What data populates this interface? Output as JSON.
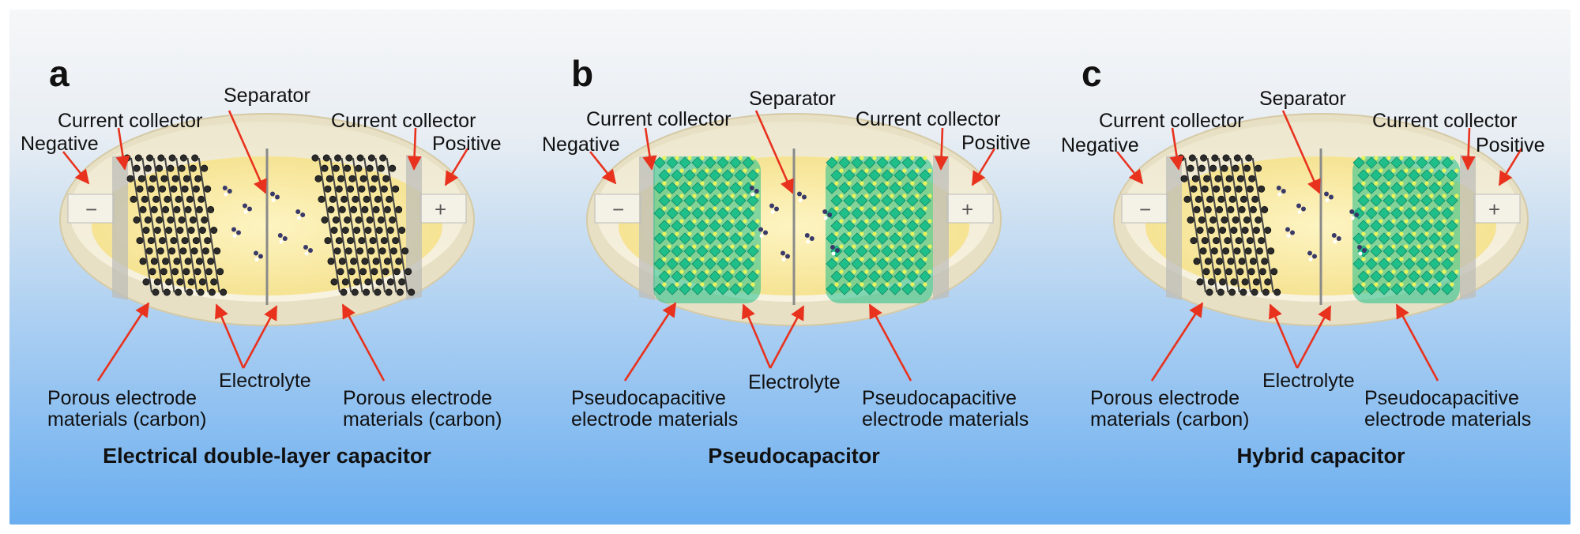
{
  "colors": {
    "bg_top": "#f6f7f8",
    "bg_bottom": "#6aaef0",
    "arrow": "#e8321e",
    "shell": "#f4efdc",
    "electrolyte": "#fbeea6",
    "carbon": "#2b2b2b",
    "pseudo": "#1fbf8a",
    "pseudo_dot": "#e8f55a"
  },
  "panels": [
    {
      "letter": "a",
      "title": "Electrical double-layer capacitor",
      "left_material": "carbon",
      "right_material": "carbon",
      "labels": {
        "separator": "Separator",
        "collector_left": "Current collector",
        "collector_right": "Current collector",
        "negative": "Negative",
        "positive": "Positive",
        "electrolyte": "Electrolyte",
        "left_mat_1": "Porous electrode",
        "left_mat_2": "materials (carbon)",
        "right_mat_1": "Porous electrode",
        "right_mat_2": "materials (carbon)"
      }
    },
    {
      "letter": "b",
      "title": "Pseudocapacitor",
      "left_material": "pseudo",
      "right_material": "pseudo",
      "labels": {
        "separator": "Separator",
        "collector_left": "Current collector",
        "collector_right": "Current collector",
        "negative": "Negative",
        "positive": "Positive",
        "electrolyte": "Electrolyte",
        "left_mat_1": "Pseudocapacitive",
        "left_mat_2": "electrode materials",
        "right_mat_1": "Pseudocapacitive",
        "right_mat_2": "electrode materials"
      }
    },
    {
      "letter": "c",
      "title": "Hybrid capacitor",
      "left_material": "carbon",
      "right_material": "pseudo",
      "labels": {
        "separator": "Separator",
        "collector_left": "Current collector",
        "collector_right": "Current collector",
        "negative": "Negative",
        "positive": "Positive",
        "electrolyte": "Electrolyte",
        "left_mat_1": "Porous electrode",
        "left_mat_2": "materials (carbon)",
        "right_mat_1": "Pseudocapacitive",
        "right_mat_2": "electrode materials"
      }
    }
  ],
  "terminal_symbols": {
    "negative": "−",
    "positive": "+"
  }
}
